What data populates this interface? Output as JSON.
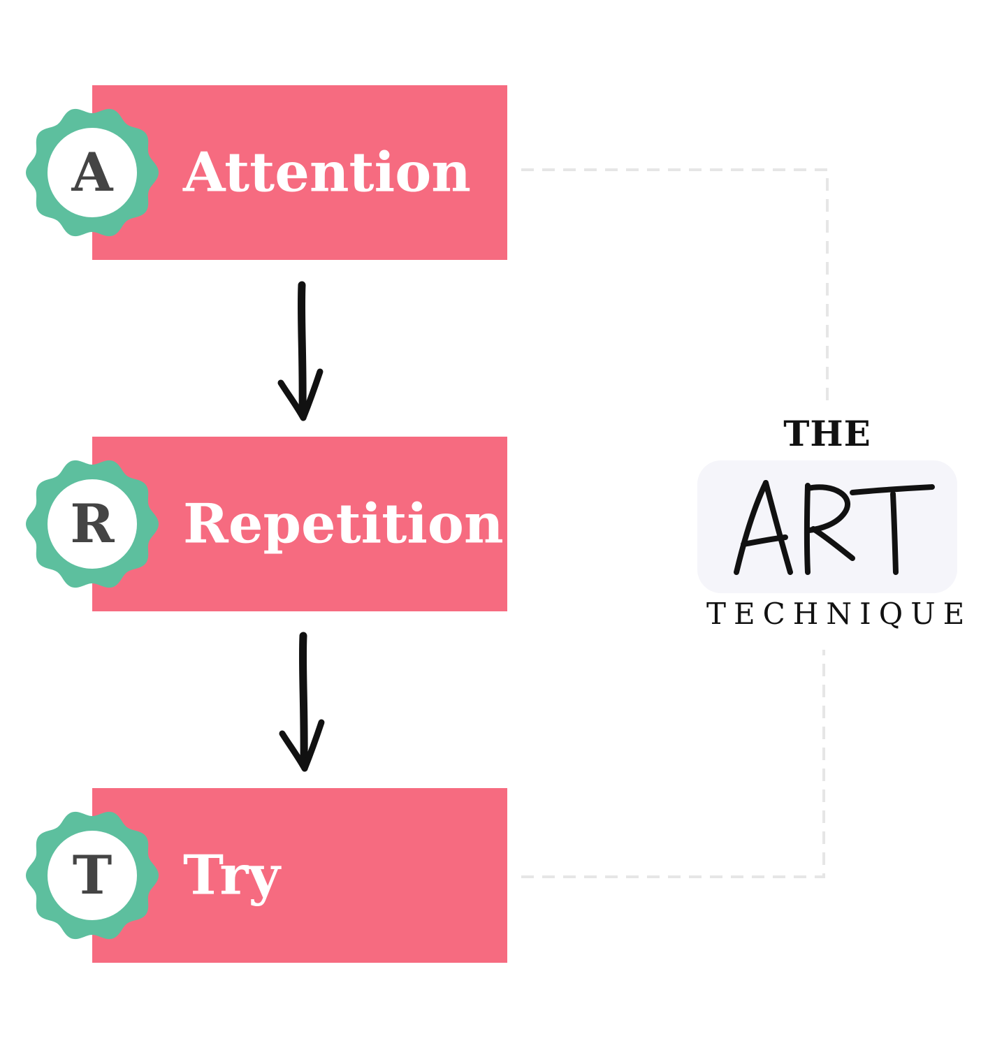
{
  "steps": [
    {
      "letter": "A",
      "label": "Attention"
    },
    {
      "letter": "R",
      "label": "Repetition"
    },
    {
      "letter": "T",
      "label": "Try"
    }
  ],
  "logo": {
    "the": "THE",
    "art": "ART",
    "technique": "TECHNIQUE"
  },
  "colors": {
    "box": "#f66b80",
    "badge_ring": "#5dbf9e",
    "badge_letter": "#444444",
    "connector": "#e6e6e6",
    "logo_card": "#f5f5fa"
  }
}
